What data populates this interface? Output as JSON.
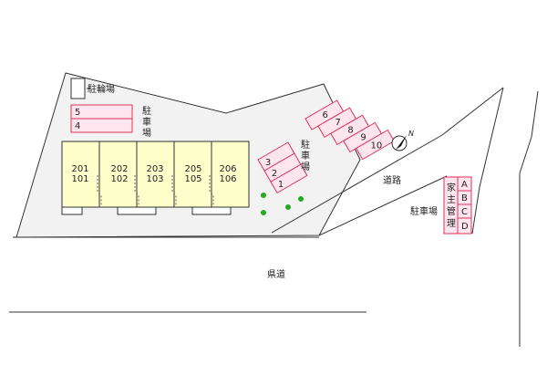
{
  "map": {
    "labels": {
      "bicycle_parking": "駐輪場",
      "parking_left_chars": [
        "駐",
        "車",
        "場"
      ],
      "parking_center_chars": [
        "駐",
        "車",
        "場"
      ],
      "road": "道路",
      "parking_right": "駐車場",
      "prefectural_road": "県道",
      "owner_managed_chars": [
        "家",
        "主",
        "管",
        "理"
      ]
    },
    "parking_left_spaces": [
      "5",
      "4"
    ],
    "parking_center_small": [
      "3",
      "2",
      "1"
    ],
    "parking_center_large": [
      "6",
      "7",
      "8",
      "9",
      "10"
    ],
    "parking_right_spaces": [
      "A",
      "B",
      "C",
      "D"
    ],
    "units": [
      {
        "upper": "201",
        "lower": "101"
      },
      {
        "upper": "202",
        "lower": "102"
      },
      {
        "upper": "203",
        "lower": "103"
      },
      {
        "upper": "205",
        "lower": "105"
      },
      {
        "upper": "206",
        "lower": "106"
      }
    ],
    "colors": {
      "building_fill": "#ffffcc",
      "parking_fill": "#ffe6ee",
      "parking_stroke": "#e0305a",
      "site_fill": "#f2f2f2",
      "tree": "#22aa22"
    }
  }
}
